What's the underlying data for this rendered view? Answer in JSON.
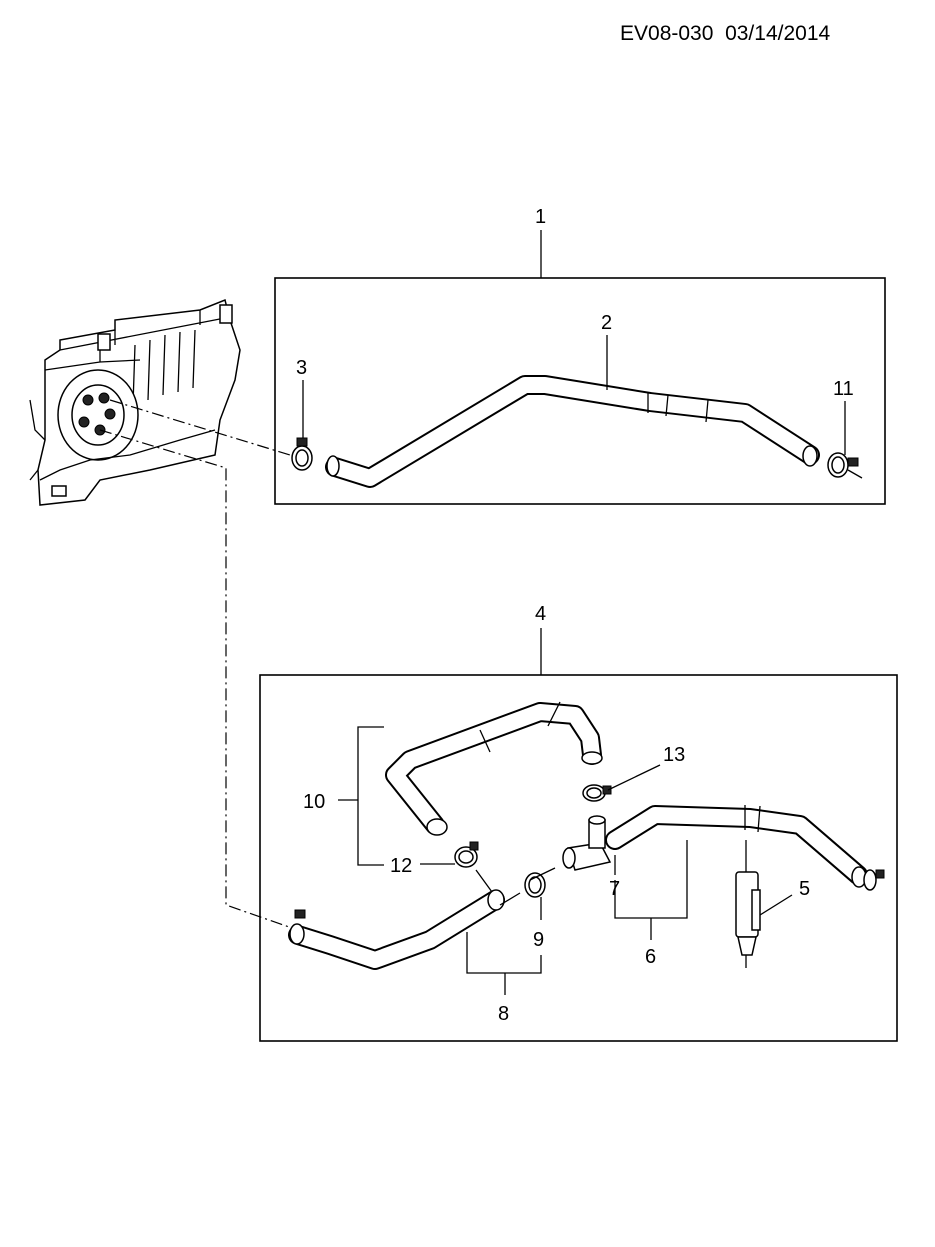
{
  "header": {
    "code": "EV08-030",
    "date": "03/14/2014"
  },
  "callouts": {
    "c1": "1",
    "c2": "2",
    "c3": "3",
    "c4": "4",
    "c5": "5",
    "c6": "6",
    "c7": "7",
    "c8": "8",
    "c9": "9",
    "c10": "10",
    "c11": "11",
    "c12": "12",
    "c13": "13"
  }
}
